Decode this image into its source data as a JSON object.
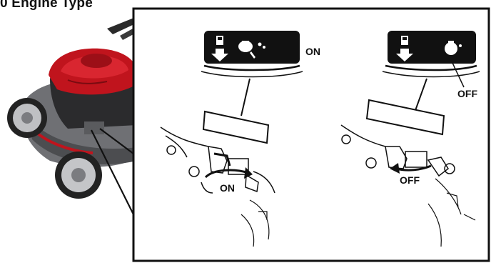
{
  "title": "0 Engine Type",
  "labels": {
    "decal_on": "ON",
    "lever_on": "ON",
    "decal_off": "OFF",
    "lever_off": "OFF"
  },
  "colors": {
    "engine_red": "#c0141d",
    "deck_gray": "#6f7074",
    "decal_black": "#111111",
    "frame_black": "#111111"
  }
}
